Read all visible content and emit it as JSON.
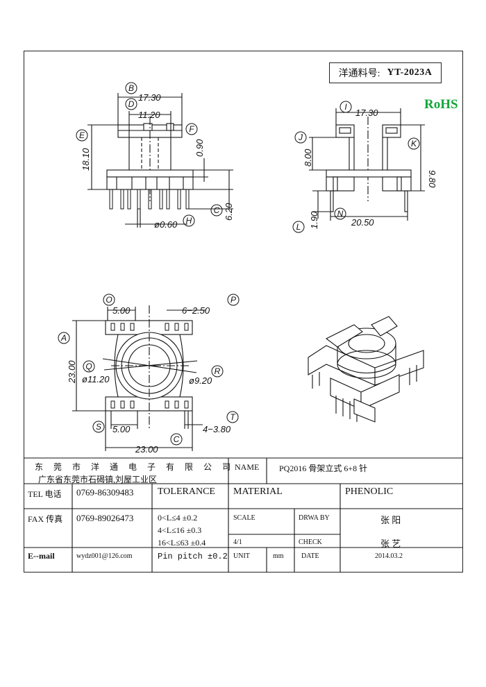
{
  "header": {
    "part_label": "洋通料号:",
    "part_number": "YT-2023A",
    "rohs": "RoHS",
    "rohs_color": "#13a538"
  },
  "dimensions": {
    "B": "17.30",
    "D": "11.20",
    "F": "0.90",
    "E": "18.10",
    "C_side": "6.20",
    "H": "ø0.60",
    "I": "17.30",
    "K": "9.80",
    "J": "8.00",
    "L": "1.90",
    "N": "20.50",
    "O": "5.00",
    "P": "6−2.50",
    "A": "23.00",
    "Q": "ø11.20",
    "R": "ø9.20",
    "S": "5.00",
    "T": "4−3.80",
    "C_bottom": "23.00"
  },
  "balloons": [
    "B",
    "D",
    "E",
    "F",
    "C",
    "H",
    "I",
    "J",
    "K",
    "L",
    "N",
    "O",
    "P",
    "A",
    "Q",
    "R",
    "S",
    "T",
    "C"
  ],
  "title_block": {
    "company": "东 莞 市 洋 通 电 子 有 限 公 司",
    "address": "广东省东莞市石碣镇,刘屋工业区",
    "name_label": "NAME",
    "name_value": "PQ2016 骨架立式 6+8 针",
    "tel_label": "TEL 电话",
    "tel_value": "0769-86309483",
    "tolerance_label": "TOLERANCE",
    "material_label": "MATERIAL",
    "material_value": "PHENOLIC",
    "fax_label": "FAX 传真",
    "fax_value": "0769-89026473",
    "tol_1": "0<L≤4   ±0.2",
    "tol_2": "4<L≤16  ±0.3",
    "tol_3": "16<L≤63  ±0.4",
    "tol_4": "Pin pitch ±0.2",
    "scale_label": "SCALE",
    "scale_value": "4/1",
    "drawby_label": "DRWA BY",
    "drawby_value": "张 阳",
    "check_label": "CHECK",
    "check_value": "张 艺",
    "email_label": "E--mail",
    "email_value": "wydz001@126.com",
    "unit_label": "UNIT",
    "unit_value": "mm",
    "date_label": "DATE",
    "date_value": "2014.03.2"
  }
}
